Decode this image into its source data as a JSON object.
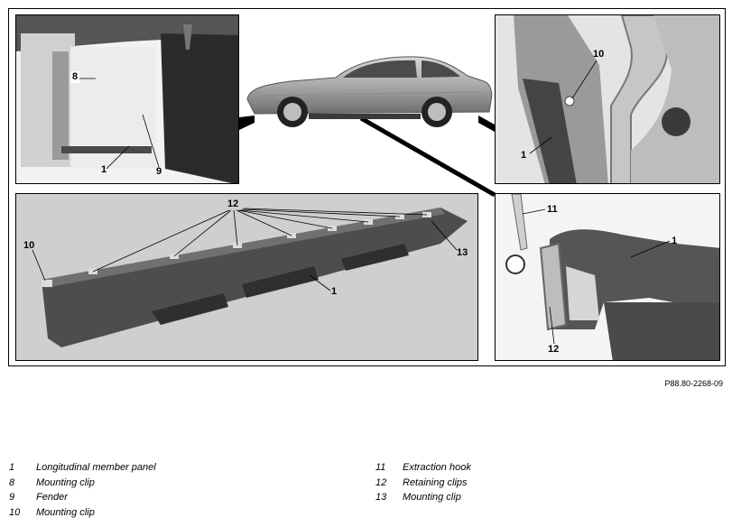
{
  "figure": {
    "reference_code": "P88.80-2268-09",
    "callouts": {
      "topleft": {
        "c8": "8",
        "c1": "1",
        "c9": "9"
      },
      "topright": {
        "c10": "10",
        "c1": "1"
      },
      "middle": {
        "c12": "12",
        "c10": "10",
        "c13": "13",
        "c1": "1"
      },
      "bottomright": {
        "c11": "11",
        "c1": "1",
        "c12": "12"
      }
    }
  },
  "legend": {
    "left": [
      {
        "num": "1",
        "label": "Longitudinal member panel"
      },
      {
        "num": "8",
        "label": "Mounting clip"
      },
      {
        "num": "9",
        "label": "Fender"
      },
      {
        "num": "10",
        "label": "Mounting clip"
      }
    ],
    "right": [
      {
        "num": "11",
        "label": "Extraction hook"
      },
      {
        "num": "12",
        "label": "Retaining clips"
      },
      {
        "num": "13",
        "label": "Mounting clip"
      }
    ]
  }
}
